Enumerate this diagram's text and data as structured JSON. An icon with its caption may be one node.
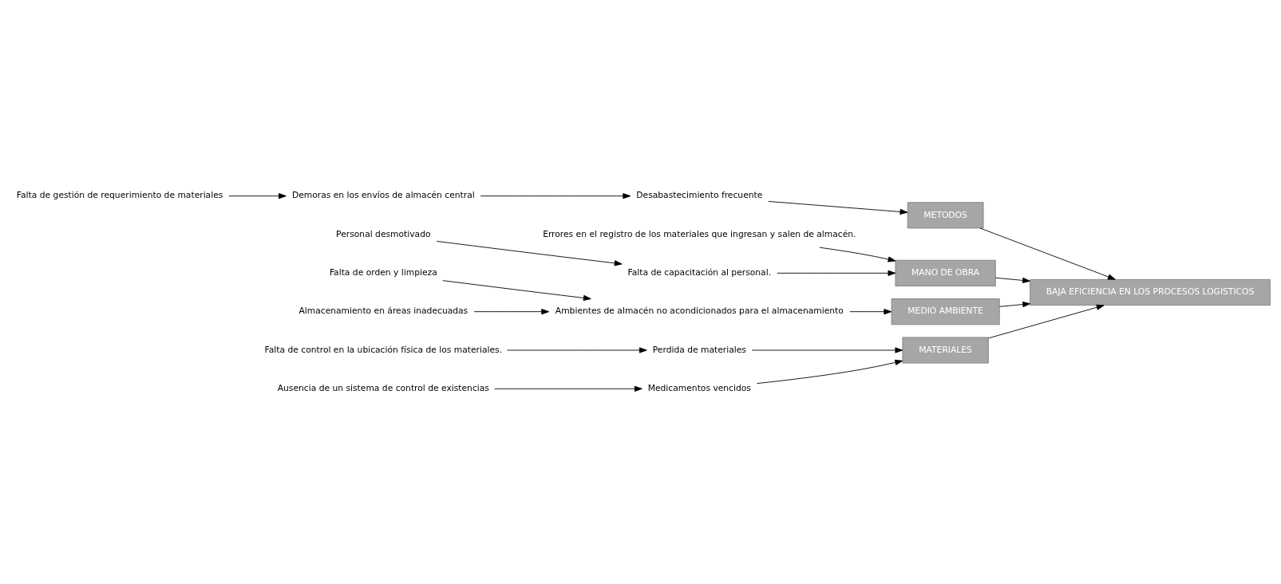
{
  "diagram": {
    "nodes": [
      {
        "text": [
          "MATERIALES"
        ]
      },
      {
        "text": [
          "METODOS"
        ]
      },
      {
        "text": [
          "BAJA EFICIENCIA EN LOS PROCESOS LOGISTICOS"
        ]
      },
      {
        "text": [
          "Perdida de materiales"
        ]
      },
      {
        "text": [
          "Falta de control en la ubicación física de los materiales."
        ]
      },
      {
        "text": [
          "Ausencia de un sistema de control de existencias"
        ]
      },
      {
        "text": [
          "Medicamentos vencidos"
        ]
      },
      {
        "text": [
          "Falta de gestión de requerimiento de materiales"
        ]
      },
      {
        "text": [
          "Demoras en los envíos de almacén central"
        ]
      },
      {
        "text": [
          "Desabastecimiento frecuente"
        ]
      },
      {
        "text": [
          "Errores en el registro de los materiales que ingresan y salen de almacén."
        ]
      },
      {
        "text": [
          "Falta de capacitación al personal."
        ]
      },
      {
        "text": [
          "Personal desmotivado"
        ]
      },
      {
        "text": [
          "Falta de orden y limpieza"
        ]
      },
      {
        "text": [
          "Ambientes de almacén no acondicionados para el almacenamiento"
        ]
      },
      {
        "text": [
          "Almacenamiento en áreas inadecuadas"
        ]
      },
      {
        "text": [
          "MANO DE OBRA"
        ]
      },
      {
        "text": [
          "MEDIO AMBIENTE"
        ]
      }
    ],
    "edges": [
      {
        "from": 0,
        "to": 2,
        "arrow": "to"
      },
      {
        "from": 1,
        "to": 2,
        "arrow": "to"
      },
      {
        "from": 16,
        "to": 2,
        "arrow": "to"
      },
      {
        "from": 17,
        "to": 2,
        "arrow": "to"
      },
      {
        "from": 3,
        "to": 0,
        "arrow": "to"
      },
      {
        "from": 4,
        "to": 3,
        "arrow": "to"
      },
      {
        "from": 6,
        "to": 0,
        "arrow": "to"
      },
      {
        "from": 5,
        "to": 6,
        "arrow": "to"
      },
      {
        "from": 7,
        "to": 8,
        "arrow": "to"
      },
      {
        "from": 8,
        "to": 9,
        "arrow": "to"
      },
      {
        "from": 9,
        "to": 1,
        "arrow": "to"
      },
      {
        "from": 10,
        "to": 16,
        "arrow": "to"
      },
      {
        "from": 11,
        "to": 16,
        "arrow": "to"
      },
      {
        "from": 12,
        "to": 11,
        "arrow": "to"
      },
      {
        "from": 13,
        "to": 14,
        "arrow": "to"
      },
      {
        "from": 15,
        "to": 14,
        "arrow": "to"
      },
      {
        "from": 14,
        "to": 17,
        "arrow": "to"
      }
    ]
  }
}
